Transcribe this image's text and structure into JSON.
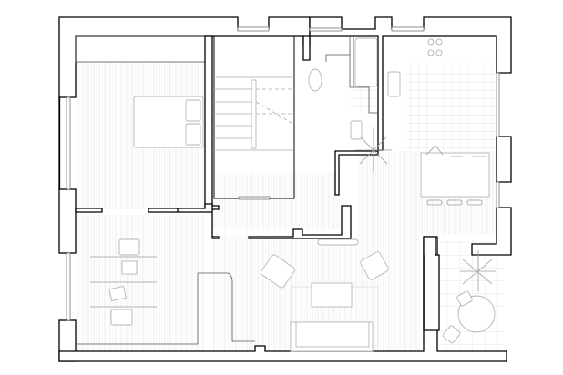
{
  "plan": {
    "type": "apartment floor plan",
    "rooms": [
      "bedroom",
      "stairwell",
      "bathroom",
      "kitchen",
      "dining",
      "office",
      "living-room",
      "balcony",
      "hallway"
    ]
  },
  "colors": {
    "wall": "#000000",
    "furniture": "#b5b5b5",
    "floor_pattern": "#e6e6e6",
    "background": "#ffffff"
  }
}
